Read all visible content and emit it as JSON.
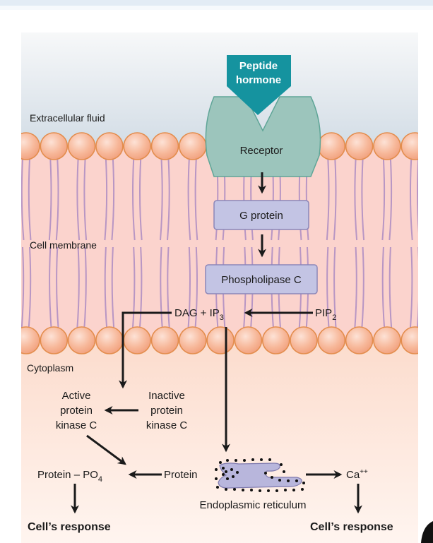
{
  "diagram": {
    "regions": {
      "extracellular": "Extracellular fluid",
      "membrane": "Cell membrane",
      "cytoplasm": "Cytoplasm"
    },
    "hormone": {
      "line1": "Peptide",
      "line2": "hormone"
    },
    "receptor": "Receptor",
    "g_protein": "G protein",
    "phospholipase": "Phospholipase C",
    "dag_ip3": {
      "main": "DAG + IP",
      "sub": "3"
    },
    "pip2": {
      "main": "PIP",
      "sub": "2"
    },
    "active_pkc": [
      "Active",
      "protein",
      "kinase C"
    ],
    "inactive_pkc": [
      "Inactive",
      "protein",
      "kinase C"
    ],
    "protein_po4": {
      "main": "Protein – PO",
      "sub": "4"
    },
    "protein": "Protein",
    "er_label": "Endoplasmic reticulum",
    "calcium": {
      "main": "Ca",
      "sup": "++"
    },
    "response_left": "Cell’s response",
    "response_right": "Cell’s response"
  },
  "colors": {
    "hormone": "#15939f",
    "receptor": "#9cc5bc",
    "receptor_stroke": "#5fa597",
    "enzyme_box": "#c3c4e4",
    "enzyme_stroke": "#8b86b8",
    "lipid_head": "#f5b394",
    "lipid_head_stroke": "#e38d4d",
    "lipid_tail": "#b896c4",
    "membrane_bg": "#fbd3cd",
    "cytoplasm_bg": "#fde3d5",
    "extracellular_bg": "#dfe6ec",
    "er_fill": "#b8b6dc"
  }
}
